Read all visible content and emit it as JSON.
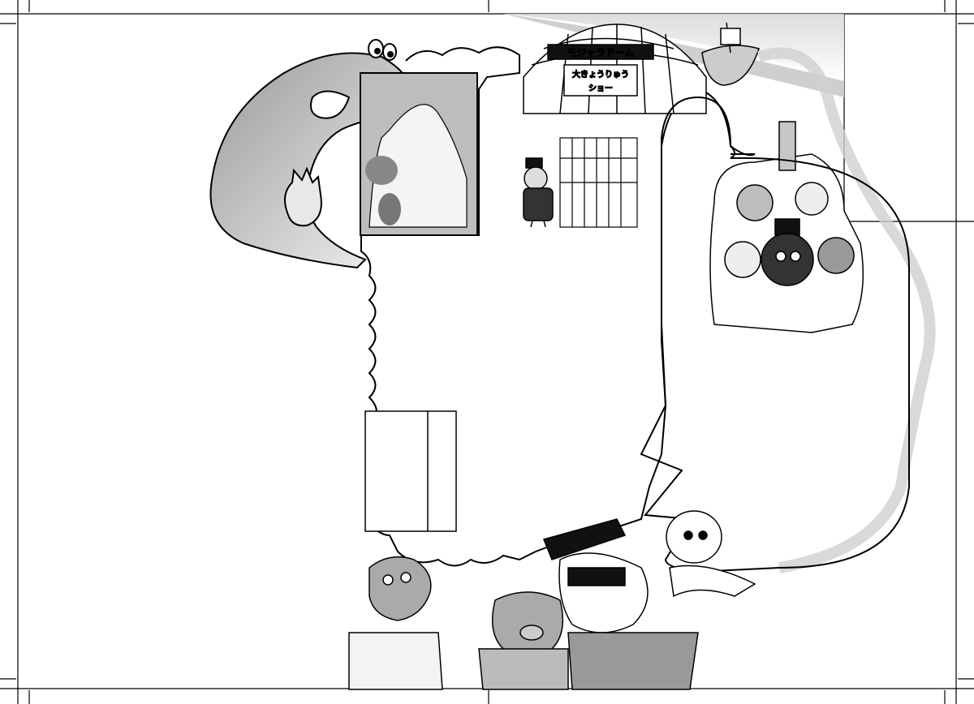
{
  "page": {
    "kind": "manga-style comic page (black & white)"
  },
  "dome": {
    "sign": "モジャラドーム",
    "banner_line1": "大きょうりゅう",
    "banner_line2": "ショー"
  }
}
